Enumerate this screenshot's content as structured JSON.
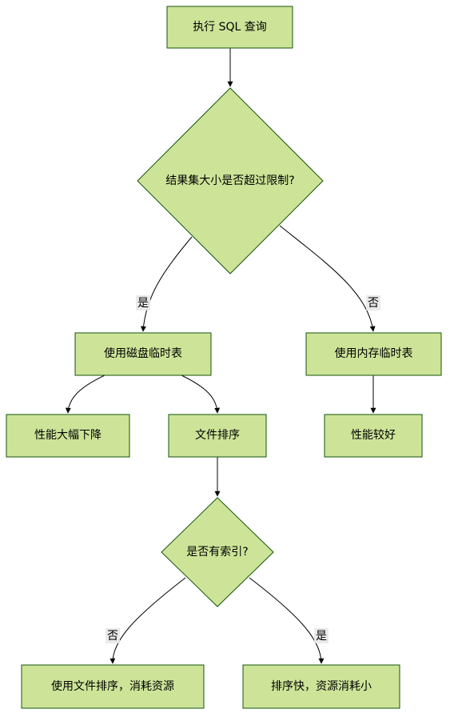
{
  "diagram": {
    "nodes": {
      "start": "执行 SQL 查询",
      "decision_size": "结果集大小是否超过限制?",
      "disk_temp": "使用磁盘临时表",
      "mem_temp": "使用内存临时表",
      "perf_drop": "性能大幅下降",
      "file_sort": "文件排序",
      "perf_good": "性能较好",
      "decision_index": "是否有索引?",
      "use_filesort": "使用文件排序，消耗资源",
      "fast_sort": "排序快，资源消耗小"
    },
    "edge_labels": {
      "size_yes": "是",
      "size_no": "否",
      "index_no": "否",
      "index_yes": "是"
    }
  }
}
